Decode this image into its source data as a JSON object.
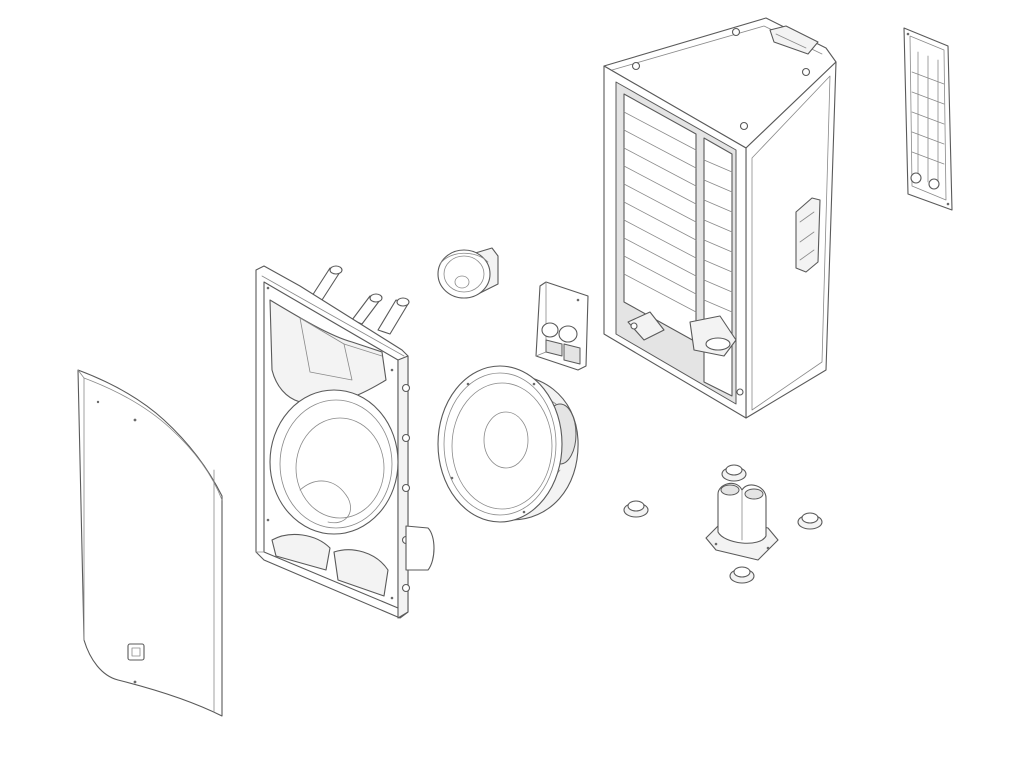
{
  "diagram": {
    "type": "exploded-view",
    "parts": [
      "grille",
      "baffle",
      "compression-driver",
      "crossover",
      "woofer",
      "cabinet",
      "input-plate",
      "feet",
      "pole-mount"
    ]
  },
  "colors": {
    "line": "#5a5a5a",
    "background": "#ffffff"
  }
}
